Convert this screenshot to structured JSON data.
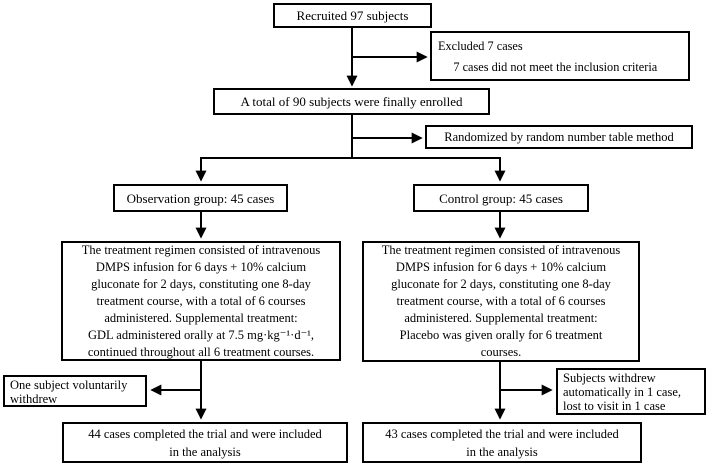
{
  "figure": {
    "type": "flowchart",
    "colors": {
      "line": "#000000",
      "background": "#ffffff",
      "text": "#000000"
    }
  },
  "nodes": {
    "recruited": {
      "text": "Recruited 97 subjects"
    },
    "excluded": {
      "text": "Excluded 7 cases\n     7 cases did not meet the inclusion criteria"
    },
    "enrolled": {
      "text": "A total of 90 subjects were finally enrolled"
    },
    "randomized": {
      "text": "Randomized by random number table method"
    },
    "observation_group": {
      "text": "Observation group: 45 cases"
    },
    "control_group": {
      "text": "Control group: 45 cases"
    },
    "treatment_observation": {
      "text": "The treatment regimen consisted of intravenous\nDMPS infusion for 6 days + 10% calcium\ngluconate for 2 days, constituting one 8-day\ntreatment course, with a total of 6 courses\nadministered. Supplemental treatment:\nGDL administered orally at 7.5 mg·kg⁻¹·d⁻¹,\ncontinued throughout all 6 treatment courses."
    },
    "treatment_control": {
      "text": "The treatment regimen consisted of intravenous\nDMPS infusion for 6 days + 10% calcium\ngluconate for 2 days, constituting one 8-day\ntreatment course, with a total of 6 courses\nadministered. Supplemental treatment:\nPlacebo was given orally for 6 treatment\ncourses."
    },
    "withdraw_observation": {
      "text": "One subject voluntarily\nwithdrew"
    },
    "withdraw_control": {
      "text": "Subjects withdrew\nautomatically in 1 case,\nlost to visit in 1 case"
    },
    "completed_observation": {
      "text": "44 cases completed the trial and were included\nin the analysis"
    },
    "completed_control": {
      "text": "43 cases completed the trial and were included\nin the analysis"
    }
  }
}
